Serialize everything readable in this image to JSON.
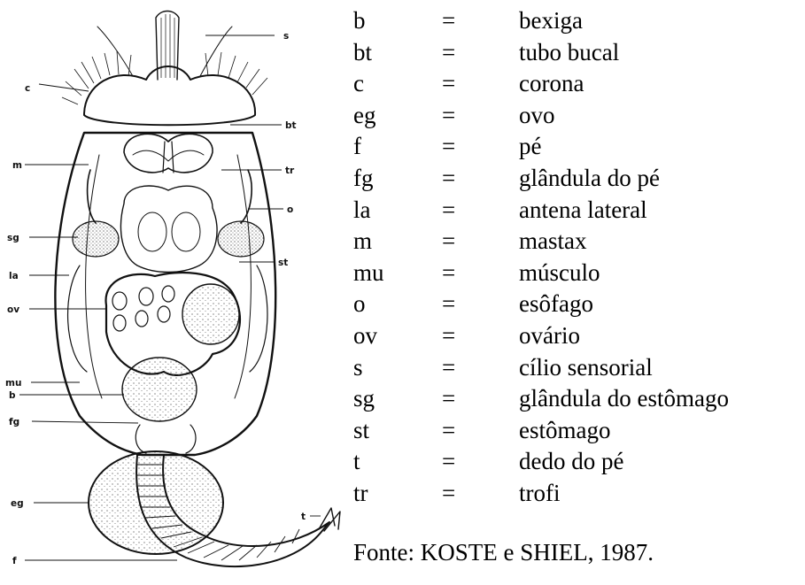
{
  "figure": {
    "callouts": [
      {
        "id": "s",
        "text": "s"
      },
      {
        "id": "c",
        "text": "c"
      },
      {
        "id": "bt",
        "text": "bt"
      },
      {
        "id": "m",
        "text": "m"
      },
      {
        "id": "tr",
        "text": "tr"
      },
      {
        "id": "o",
        "text": "o"
      },
      {
        "id": "sg",
        "text": "sg"
      },
      {
        "id": "st",
        "text": "st"
      },
      {
        "id": "la",
        "text": "la"
      },
      {
        "id": "ov",
        "text": "ov"
      },
      {
        "id": "mu",
        "text": "mu"
      },
      {
        "id": "b",
        "text": "b"
      },
      {
        "id": "fg",
        "text": "fg"
      },
      {
        "id": "eg",
        "text": "eg"
      },
      {
        "id": "t",
        "text": "t"
      },
      {
        "id": "f",
        "text": "f"
      }
    ]
  },
  "legend": {
    "equals_sign": "=",
    "entries": [
      {
        "abbr": "b",
        "term": "bexiga"
      },
      {
        "abbr": "bt",
        "term": "tubo bucal"
      },
      {
        "abbr": "c",
        "term": "corona"
      },
      {
        "abbr": "eg",
        "term": "ovo"
      },
      {
        "abbr": "f",
        "term": "pé"
      },
      {
        "abbr": "fg",
        "term": "glândula do pé"
      },
      {
        "abbr": "la",
        "term": "antena lateral"
      },
      {
        "abbr": "m",
        "term": "mastax"
      },
      {
        "abbr": "mu",
        "term": "músculo"
      },
      {
        "abbr": "o",
        "term": "esôfago"
      },
      {
        "abbr": "ov",
        "term": "ovário"
      },
      {
        "abbr": "s",
        "term": "cílio sensorial"
      },
      {
        "abbr": "sg",
        "term": "glândula do estômago"
      },
      {
        "abbr": "st",
        "term": "estômago"
      },
      {
        "abbr": "t",
        "term": "dedo do pé"
      },
      {
        "abbr": "tr",
        "term": "trofi"
      }
    ]
  },
  "source": "Fonte: KOSTE e SHIEL, 1987."
}
